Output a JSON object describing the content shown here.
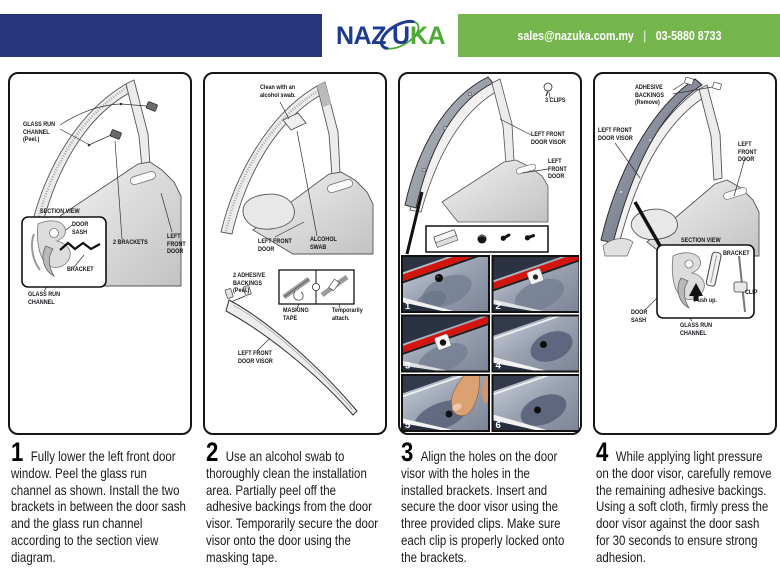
{
  "header": {
    "brand": {
      "part1": "NAZ",
      "part2": "U",
      "part3": "KA"
    },
    "contact_email": "sales@nazuka.com.my",
    "contact_sep": "|",
    "contact_phone": "03-5880 8733",
    "colors": {
      "blue_bar": "#27377d",
      "green_bar": "#74b64c",
      "logo_blue": "#1d3c8f",
      "logo_green": "#4caa35"
    }
  },
  "panel1": {
    "glass_run_channel_peel": "GLASS RUN\nCHANNEL\n(Peel.)",
    "section_view": "SECTION VIEW",
    "door_sash": "DOOR\nSASH",
    "bracket": "BRACKET",
    "glass_run_channel": "GLASS RUN\nCHANNEL",
    "two_brackets": "2 BRACKETS",
    "left_front_door": "LEFT\nFRONT\nDOOR"
  },
  "panel2": {
    "clean_swab": "Clean with an\nalcohol swab.",
    "left_front_door": "LEFT FRONT\nDOOR",
    "alcohol_swab": "ALCOHOL\nSWAB",
    "adhesive_backings": "2 ADHESIVE\nBACKINGS\n(Peel.)",
    "masking_tape": "MASKING\nTAPE",
    "temporarily_attach": "Temporarily\nattach.",
    "left_front_door_visor": "LEFT FRONT\nDOOR VISOR"
  },
  "panel3": {
    "three_clips": "3 CLIPS",
    "left_front_door_visor": "LEFT FRONT\nDOOR VISOR",
    "left_front_door": "LEFT\nFRONT\nDOOR",
    "photo_numbers": [
      "1",
      "2",
      "3",
      "4",
      "5",
      "6"
    ]
  },
  "panel4": {
    "adhesive_backings_remove": "ADHESIVE\nBACKINGS\n(Remove)",
    "left_front_door_visor": "LEFT FRONT\nDOOR VISOR",
    "left_front_door": "LEFT\nFRONT\nDOOR",
    "section_view": "SECTION VIEW",
    "bracket": "BRACKET",
    "clip": "CLIP",
    "push_up": "Push up.",
    "door_sash": "DOOR\nSASH",
    "glass_run_channel": "GLASS RUN\nCHANNEL"
  },
  "instructions": [
    {
      "number": "1",
      "text": "Fully lower the left front door\nwindow. Peel the glass run\nchannel as shown. Install the two\nbrackets in between the door sash\nand the glass run channel\naccording to the section view\ndiagram."
    },
    {
      "number": "2",
      "text": "Use an alcohol swab to\nthoroughly clean the installation\narea. Partially peel off the\nadhesive backings from the door\nvisor. Temporarily secure the door\nvisor onto the door using the\nmasking tape."
    },
    {
      "number": "3",
      "text": "Align the holes on the door\nvisor with the holes in the\ninstalled brackets. Insert and\nsecure the door visor using the\nthree provided clips. Make sure\neach clip is properly locked onto\nthe brackets."
    },
    {
      "number": "4",
      "text": "While applying light pressure\non the door visor, carefully remove\nthe remaining adhesive backings.\nUsing a soft cloth, firmly press the\ndoor visor against the door sash\nfor 30 seconds to ensure strong\nadhesion."
    }
  ]
}
